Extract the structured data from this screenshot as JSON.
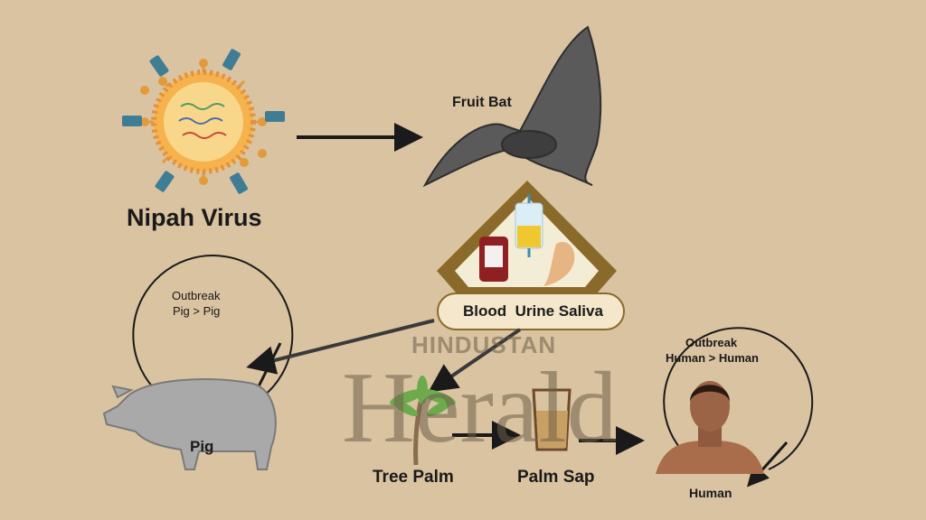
{
  "nodes": {
    "virus": "Nipah Virus",
    "bat": "Fruit Bat",
    "fluids": "Blood  Urine Saliva",
    "pig_outbreak_title": "Outbreak",
    "pig_outbreak_detail": "Pig > Pig",
    "pig": "Pig",
    "tree": "Tree Palm",
    "sap": "Palm Sap",
    "human_outbreak_title": "Outbreak",
    "human_outbreak_detail": "Human > Human",
    "human": "Human"
  },
  "watermark": {
    "top": "HINDUSTAN",
    "main": "Herald"
  },
  "colors": {
    "background": "#d9c3a1",
    "arrow": "#1a1a1a",
    "frame": "#8a6a2a"
  }
}
